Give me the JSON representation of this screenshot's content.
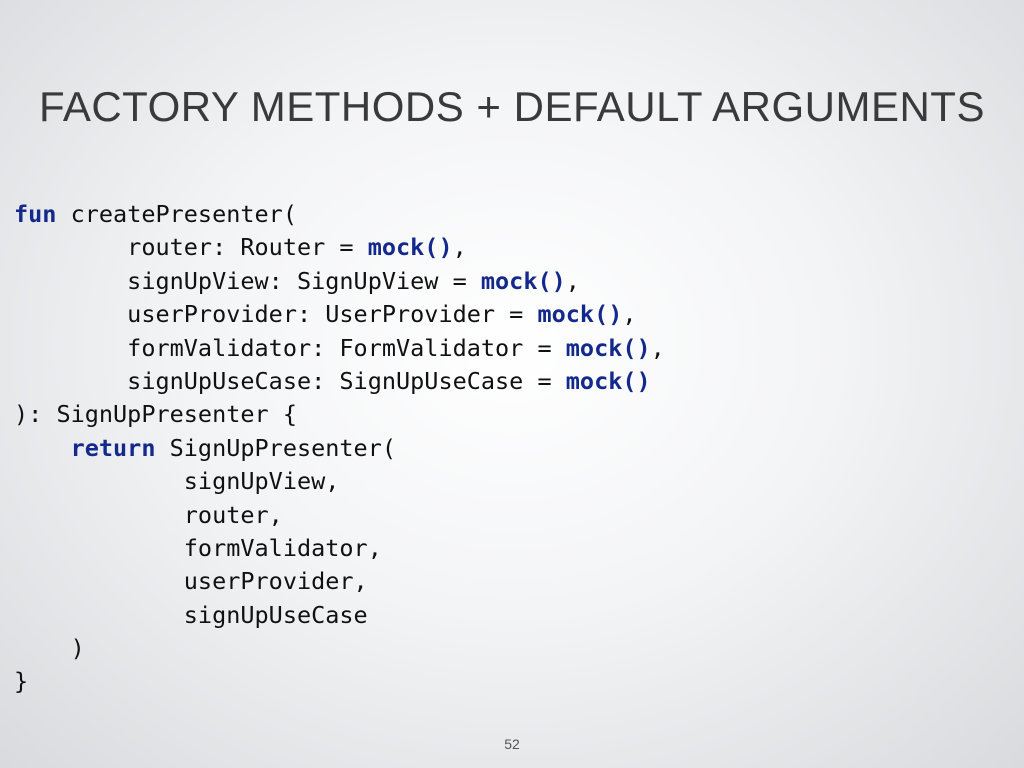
{
  "slide": {
    "title": "FACTORY METHODS + DEFAULT ARGUMENTS",
    "page_number": "52"
  },
  "code": {
    "lines": [
      [
        {
          "t": "fun",
          "k": true
        },
        {
          "t": " createPresenter("
        }
      ],
      [
        {
          "t": "        router: Router = "
        },
        {
          "t": "mock()",
          "k": true
        },
        {
          "t": ","
        }
      ],
      [
        {
          "t": "        signUpView: SignUpView = "
        },
        {
          "t": "mock()",
          "k": true
        },
        {
          "t": ","
        }
      ],
      [
        {
          "t": "        userProvider: UserProvider = "
        },
        {
          "t": "mock()",
          "k": true
        },
        {
          "t": ","
        }
      ],
      [
        {
          "t": "        formValidator: FormValidator = "
        },
        {
          "t": "mock()",
          "k": true
        },
        {
          "t": ","
        }
      ],
      [
        {
          "t": "        signUpUseCase: SignUpUseCase = "
        },
        {
          "t": "mock()",
          "k": true
        }
      ],
      [
        {
          "t": "): SignUpPresenter {"
        }
      ],
      [
        {
          "t": "    "
        },
        {
          "t": "return",
          "k": true
        },
        {
          "t": " SignUpPresenter("
        }
      ],
      [
        {
          "t": "            signUpView,"
        }
      ],
      [
        {
          "t": "            router,"
        }
      ],
      [
        {
          "t": "            formValidator,"
        }
      ],
      [
        {
          "t": "            userProvider,"
        }
      ],
      [
        {
          "t": "            signUpUseCase"
        }
      ],
      [
        {
          "t": "    )"
        }
      ],
      [
        {
          "t": "}"
        }
      ]
    ]
  },
  "colors": {
    "keyword": "#14298c",
    "text": "#111111",
    "title": "#3a3a3a"
  }
}
